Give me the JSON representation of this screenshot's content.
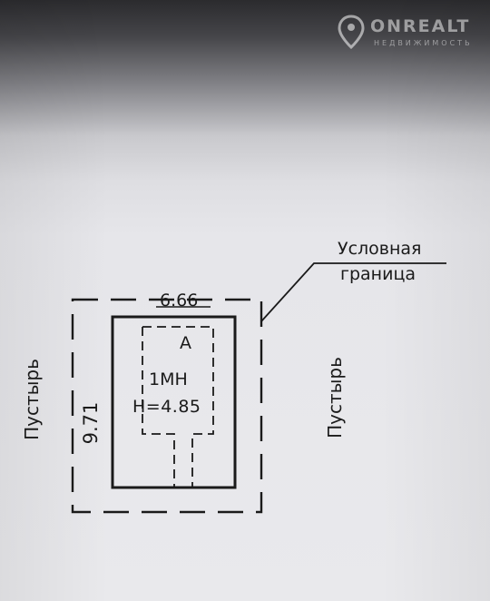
{
  "watermark": {
    "brand": "ONREALT",
    "subtitle": "НЕДВИЖИМОСТЬ",
    "icon": "map-pin-icon"
  },
  "plan": {
    "boundary_label_line1": "Условная",
    "boundary_label_line2": "граница",
    "width": "6.66",
    "length": "9.71",
    "building_letter": "А",
    "material": "1МН",
    "height": "Н=4.85",
    "wasteland_left": "Пустырь",
    "wasteland_right": "Пустырь"
  },
  "colors": {
    "ink": "#1a1a1a",
    "paper": "#e9e9ec",
    "shadow": "#2b2b2e"
  }
}
